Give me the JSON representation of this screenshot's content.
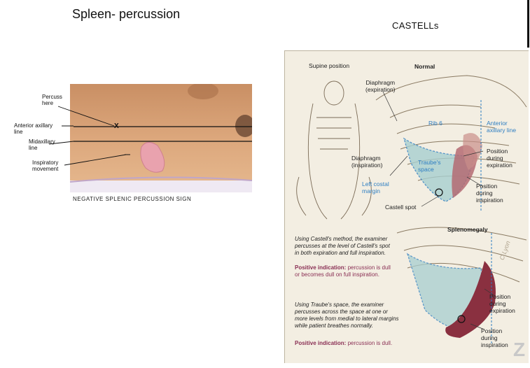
{
  "slide": {
    "title": "Spleen- percussion",
    "right_title": "CASTELLs"
  },
  "photo": {
    "labels": {
      "percuss": [
        "Percuss",
        "here"
      ],
      "anterior": [
        "Anterior axillary",
        "line"
      ],
      "midaxillary": [
        "Midaxillary",
        "line"
      ],
      "inspiratory": [
        "Inspiratory",
        "movement"
      ],
      "x_mark": "X"
    },
    "caption": "NEGATIVE SPLENIC PERCUSSION SIGN"
  },
  "illustration": {
    "supine": "Supine position",
    "normal": "Normal",
    "diaphragm_exp": [
      "Diaphragm",
      "(expiration)"
    ],
    "rib6": "Rib 6",
    "anterior_axillary": [
      "Anterior",
      "axillary line"
    ],
    "diaphragm_insp": [
      "Diaphragm",
      "(inspiration)"
    ],
    "traube": [
      "Traube's",
      "space"
    ],
    "pos_exp": [
      "Position",
      "during",
      "expiration"
    ],
    "left_costal": [
      "Left costal",
      "margin"
    ],
    "pos_insp": [
      "Position",
      "during",
      "inspiration"
    ],
    "castell_spot": "Castell spot",
    "splenomegaly": "Splenomegaly",
    "castell_text": [
      "Using Castell's method, the examiner",
      "percusses at the level of Castell's spot",
      "in both expiration and full inspiration."
    ],
    "positive1_label": "Positive indication:",
    "positive1_text": [
      "percussion is dull",
      "or becomes dull on full inspiration."
    ],
    "traube_text": [
      "Using Traube's space, the examiner",
      "percusses across the space at one or",
      "more levels from medial to lateral margins",
      "while patient breathes normally."
    ],
    "positive2_label": "Positive indication:",
    "positive2_text": "percussion is dull.",
    "pos_exp2": [
      "Position",
      "during",
      "expiration"
    ],
    "pos_insp2": [
      "Position",
      "during",
      "inspiration"
    ],
    "signature": "C.Lyon"
  },
  "zoom_logo": "Z",
  "colors": {
    "blue": "#2e7ec2",
    "maroon": "#8a2f54",
    "paper": "#f3eee2"
  }
}
